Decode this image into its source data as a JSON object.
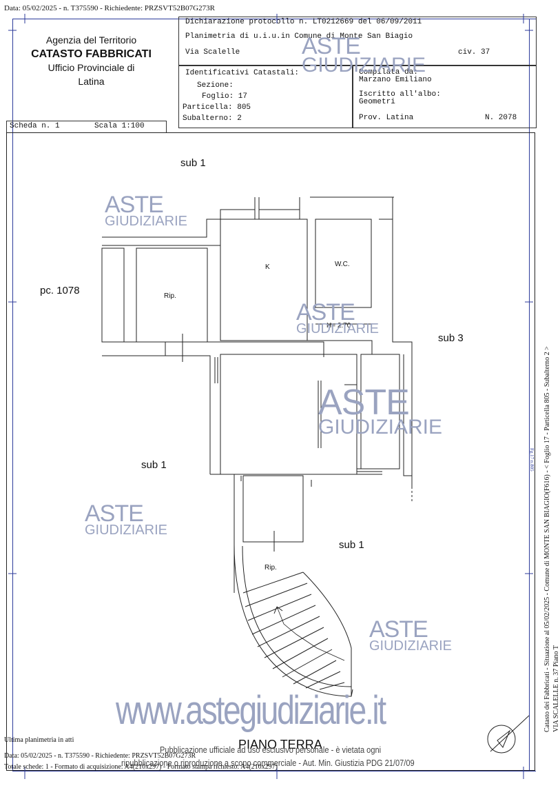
{
  "top_header": "Data: 05/02/2025 - n. T375590 - Richiedente: PRZSVT52B07G273R",
  "agency": {
    "line1": "Agenzia del Territorio",
    "line2": "CATASTO FABBRICATI",
    "line3": "Ufficio Provinciale di",
    "line4": "Latina"
  },
  "protocol": {
    "line1": "Dichiarazione protocollo n. LT0212669 del 06/09/2011",
    "line2": "Planimetria di u.i.u.in Comune di Monte San Biagio",
    "address": "Via Scalelle",
    "civ": "civ. 37"
  },
  "identificativi": {
    "title": "Identificativi Catastali:",
    "sezione": "Sezione:",
    "foglio": "Foglio: 17",
    "particella": "Particella: 805",
    "subalterno": "Subalterno: 2"
  },
  "compilata": {
    "title": "Compilata da:",
    "name": "Marzano Emiliano",
    "iscritto": "Iscritto all'albo:",
    "albo": "Geometri",
    "prov": "Prov. Latina",
    "num": "N. 2078"
  },
  "scheda": {
    "label": "Scheda n. 1",
    "scala": "Scala 1:100"
  },
  "labels": {
    "sub1_top": "sub 1",
    "pc": "pc. 1078",
    "rip1": "Rip.",
    "k": "K",
    "wc": "W.C.",
    "h": "H= 2.70",
    "sub3": "sub 3",
    "sub1_mid": "sub 1",
    "sub1_right": "sub 1",
    "rip2": "Rip.",
    "piano": "PIANO TERRA"
  },
  "watermark": {
    "aste": "ASTE",
    "giudiziarie": "GIUDIZIARIE",
    "url": "www.astegiudiziarie.it",
    "pub1": "Pubblicazione ufficiale ad uso esclusivo personale - è vietata ogni",
    "pub2": "ripubblicazione o riproduzione a scopo commerciale - Aut. Min. Giustizia PDG 21/07/09"
  },
  "footer": {
    "ultima": "Ultima planimetria in atti",
    "data": "Data: 05/02/2025 - n. T375590 - Richiedente: PRZSVT52B07G273R",
    "totale": "Totale schede: 1 - Formato di acquisizione: A4(210x297) - Formato stampa richiesto: A4(210x297)"
  },
  "side_text": {
    "line1": "Catasto dei Fabbricati - Situazione al 05/02/2025 - Comune di MONTE SAN BIAGIO(F616) - < Foglio 17 - Particella 805 - Subalterno 2 >",
    "line2": "VIA SCALELLE n. 37 Piano T",
    "small": "Fg.17 n.805"
  }
}
